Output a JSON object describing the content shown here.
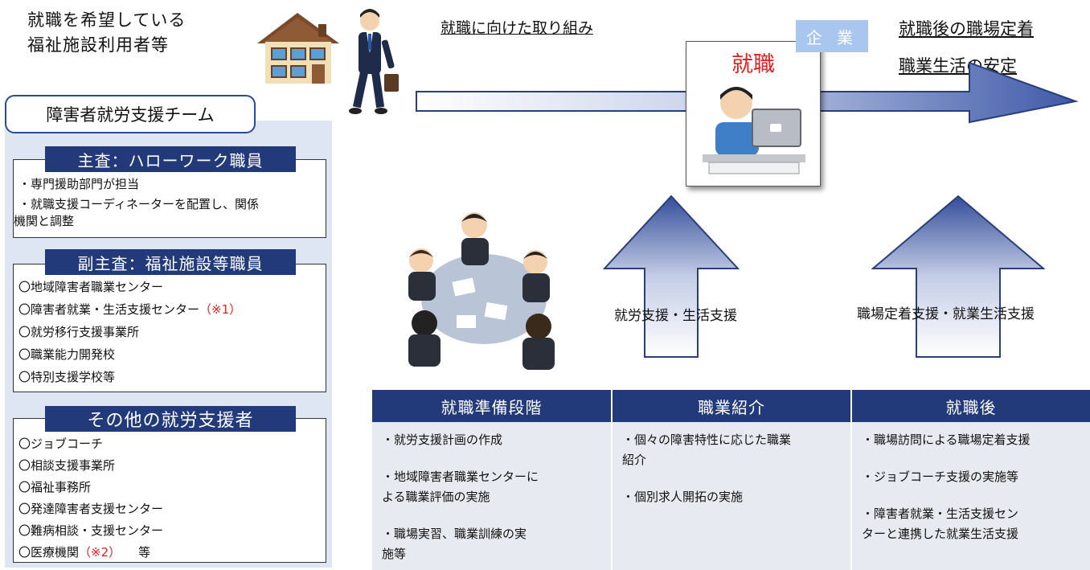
{
  "intro": {
    "line1": "就職を希望している",
    "line2": "福祉施設利用者等"
  },
  "team": {
    "title": "障害者就労支援チーム",
    "lead": {
      "heading": "主査：ハローワーク職員",
      "items": [
        "・専門援助部門が担当",
        "・就職支援コーディネーターを配置し、関係",
        "機関と調整"
      ]
    },
    "sub": {
      "heading": "副主査：福祉施設等職員",
      "items": [
        "〇地域障害者職業センター",
        "〇障害者就業・生活支援センター",
        "〇就労移行支援事業所",
        "〇職業能力開発校",
        "〇特別支援学校等"
      ],
      "note1": "（※1）"
    },
    "other": {
      "heading": "その他の就労支援者",
      "items": [
        "〇ジョブコーチ",
        "〇相談支援事業所",
        "〇福祉事務所",
        "〇発達障害者支援センター",
        "〇難病相談・支援センター",
        "〇医療機関"
      ],
      "note2": "（※2）",
      "etc": "等"
    }
  },
  "flow": {
    "title": "就職に向けた取り組み",
    "company_tag": "企 業",
    "hired": "就職",
    "after_line1": "就職後の職場定着",
    "after_line2": "職業生活の安定",
    "arrow_left_label": "就労支援・生活支援",
    "arrow_right_label": "職場定着支援・就業生活支援"
  },
  "table": {
    "headers": [
      "就職準備段階",
      "職業紹介",
      "就職後"
    ],
    "col1": [
      "・就労支援計画の作成",
      "・地域障害者職業センターに\nよる職業評価の実施",
      "・職場実習、職業訓練の実\n施等"
    ],
    "col2": [
      "・個々の障害特性に応じた職業\n紹介",
      "・個別求人開拓の実施"
    ],
    "col3": [
      "・職場訪問による職場定着支援",
      "・ジョブコーチ支援の実施等",
      "・障害者就業・生活支援セン\nターと連携した就業生活支援"
    ]
  },
  "colors": {
    "navy": "#223a7a",
    "panel": "#dde6f2",
    "accent_red": "#e02020",
    "company_tag": "#a9c6ee"
  }
}
